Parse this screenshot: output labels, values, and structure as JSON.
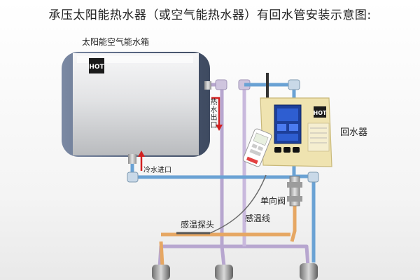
{
  "title": "承压太阳能热水器（或空气能热水器）有回水管安装示意图:",
  "labels": {
    "tank": "太阳能空气能水箱",
    "hot_outlet": "热水出口",
    "cold_inlet": "冷水进口",
    "return_unit": "回水器",
    "check_valve": "单向阀",
    "temp_probe": "感温探头",
    "temp_wire": "感温线"
  },
  "logo_text": "HOT",
  "colors": {
    "hot_pipe": "#b7a6cf",
    "cold_pipe": "#6aa2d4",
    "return_pipe": "#e6a763",
    "arrow": "#d22020",
    "display_bg": "#1d3f9a",
    "controller_body": "#f2e7b4",
    "tank_body": "#d9dadc",
    "tank_cap": "#5b6a86"
  }
}
